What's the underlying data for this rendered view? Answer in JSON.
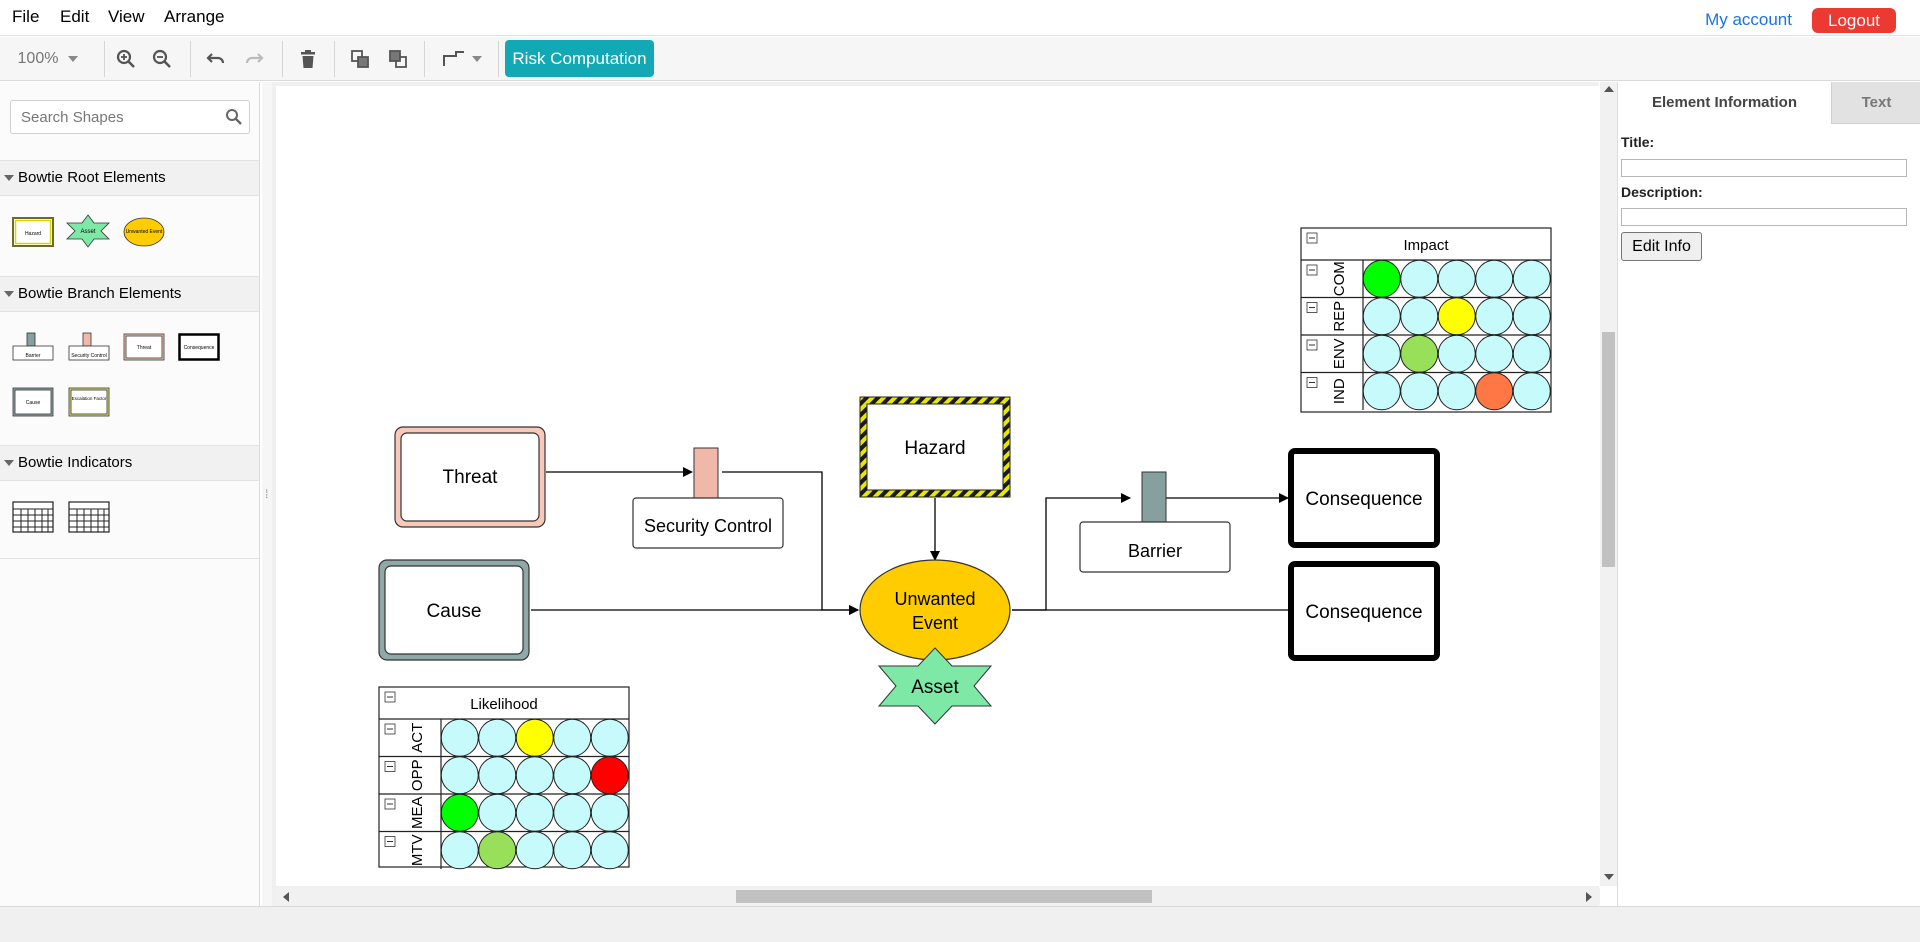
{
  "menubar": {
    "items": [
      "File",
      "Edit",
      "View",
      "Arrange"
    ],
    "account_label": "My account",
    "logout_label": "Logout"
  },
  "toolbar": {
    "zoom": "100%",
    "risk_button": "Risk Computation",
    "icons": [
      "zoom-in-icon",
      "zoom-out-icon",
      "undo-icon",
      "redo-icon",
      "delete-icon",
      "to-front-icon",
      "to-back-icon",
      "waypoints-icon"
    ]
  },
  "sidebar": {
    "search_placeholder": "Search Shapes",
    "sections": [
      {
        "title": "Bowtie Root Elements",
        "items": [
          {
            "label": "Hazard"
          },
          {
            "label": "Asset"
          },
          {
            "label": "Unwanted Event"
          }
        ]
      },
      {
        "title": "Bowtie Branch Elements",
        "items": [
          {
            "label": "Barrier"
          },
          {
            "label": "Security Control"
          },
          {
            "label": "Threat"
          },
          {
            "label": "Consequence"
          },
          {
            "label": "Cause"
          },
          {
            "label": "Escalation Factor"
          }
        ]
      },
      {
        "title": "Bowtie Indicators",
        "items": [
          {
            "label": "likelihood-matrix-icon"
          },
          {
            "label": "impact-matrix-icon"
          }
        ]
      }
    ]
  },
  "diagram": {
    "threat": "Threat",
    "security_control": "Security Control",
    "cause": "Cause",
    "hazard": "Hazard",
    "unwanted_event_line1": "Unwanted",
    "unwanted_event_line2": "Event",
    "asset": "Asset",
    "barrier": "Barrier",
    "consequence_1": "Consequence",
    "consequence_2": "Consequence",
    "likelihood": {
      "title": "Likelihood",
      "rows": [
        {
          "label": "ACT",
          "selected": 3,
          "color": "#ffff00"
        },
        {
          "label": "OPP",
          "selected": 5,
          "color": "#ff0000"
        },
        {
          "label": "MEA",
          "selected": 1,
          "color": "#00ff00"
        },
        {
          "label": "MTV",
          "selected": 2,
          "color": "#99e05a"
        }
      ]
    },
    "impact": {
      "title": "Impact",
      "rows": [
        {
          "label": "COM",
          "selected": 1,
          "color": "#00ff00"
        },
        {
          "label": "REP",
          "selected": 3,
          "color": "#ffff00"
        },
        {
          "label": "ENV",
          "selected": 2,
          "color": "#99e05a"
        },
        {
          "label": "IND",
          "selected": 4,
          "color": "#ff7744"
        }
      ]
    },
    "colors": {
      "threat_fill": "#f8c8b8",
      "cause_fill": "#8fa8a8",
      "hazard_stripe": "#e8e800",
      "unwanted_event": "#ffcc00",
      "asset": "#7ee8a6",
      "security_control": "#f0b8a8",
      "barrier": "#86a0a0",
      "circle_default": "#c7fbfb"
    }
  },
  "panel": {
    "tabs": [
      "Element Information",
      "Text"
    ],
    "title_label": "Title:",
    "title_value": "",
    "description_label": "Description:",
    "description_value": "",
    "edit_button": "Edit Info"
  }
}
